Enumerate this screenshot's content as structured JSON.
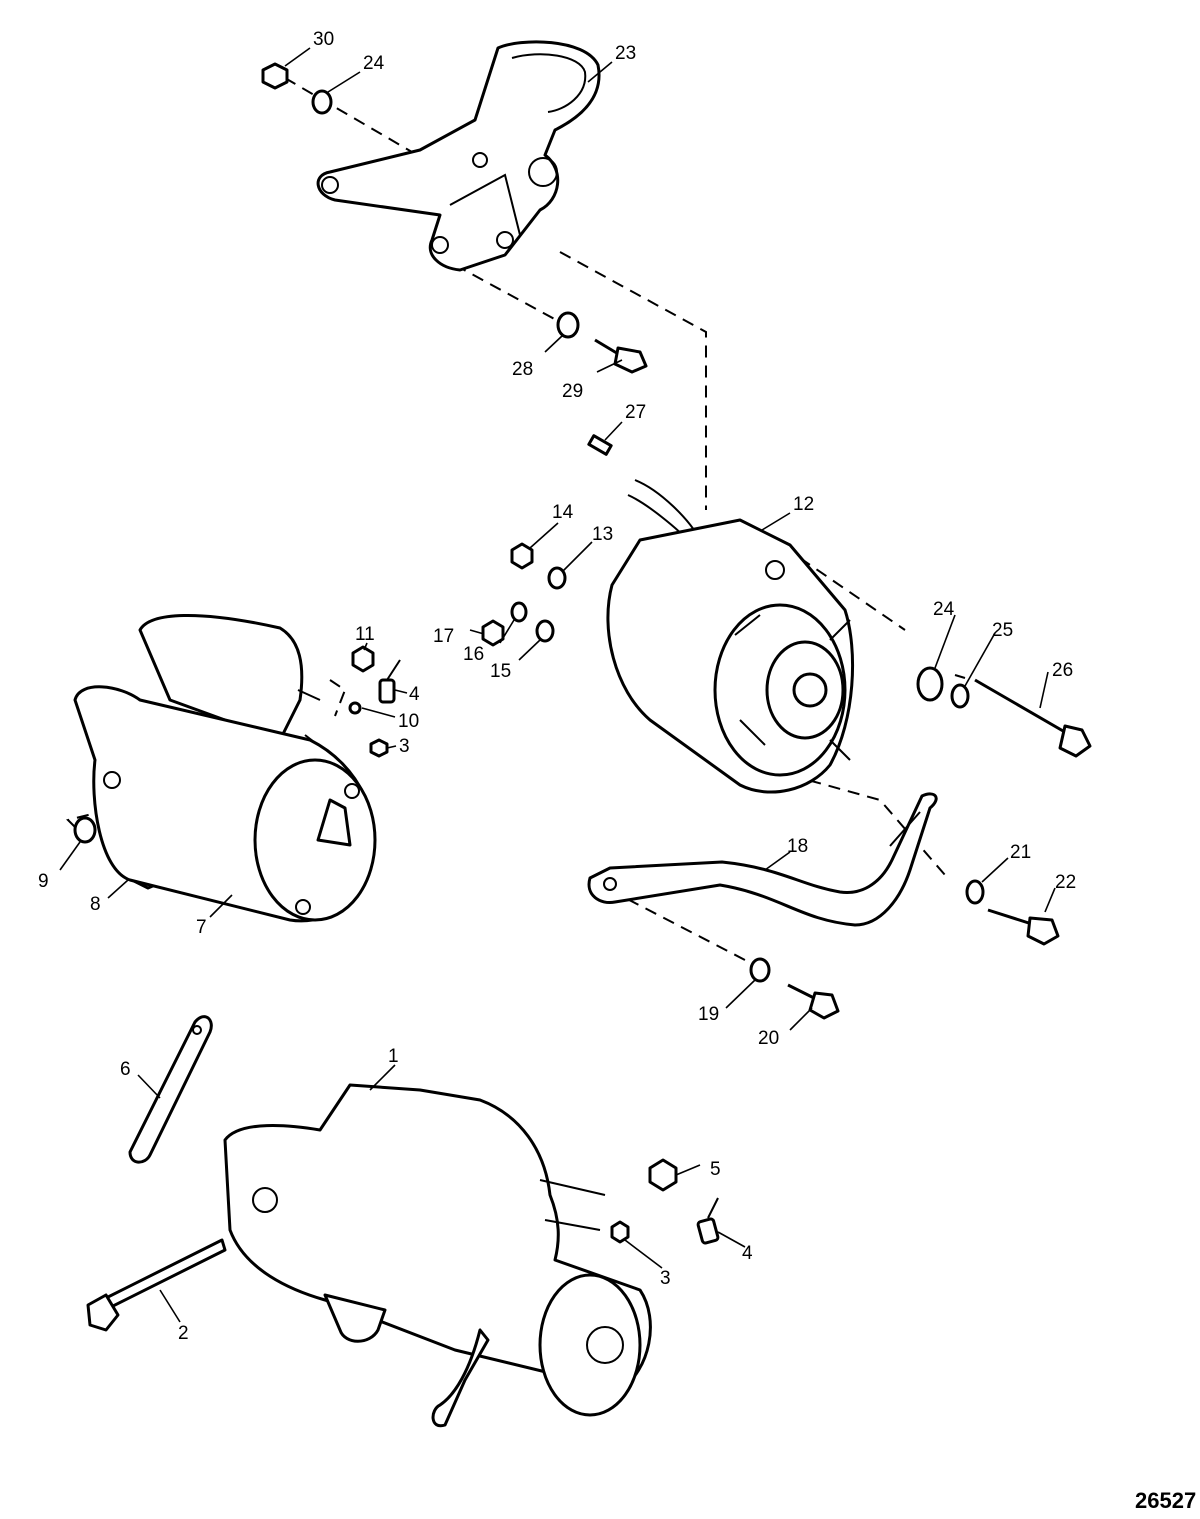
{
  "figure_number": "26527",
  "callouts": {
    "c1": "1",
    "c2": "2",
    "c3a": "3",
    "c3b": "3",
    "c4a": "4",
    "c4b": "4",
    "c5": "5",
    "c6": "6",
    "c7": "7",
    "c8": "8",
    "c9": "9",
    "c10": "10",
    "c11": "11",
    "c12": "12",
    "c13": "13",
    "c14": "14",
    "c15": "15",
    "c16": "16",
    "c17": "17",
    "c18": "18",
    "c19": "19",
    "c20": "20",
    "c21": "21",
    "c22": "22",
    "c23": "23",
    "c24a": "24",
    "c24b": "24",
    "c25": "25",
    "c26": "26",
    "c27": "27",
    "c28": "28",
    "c29": "29",
    "c30": "30"
  }
}
